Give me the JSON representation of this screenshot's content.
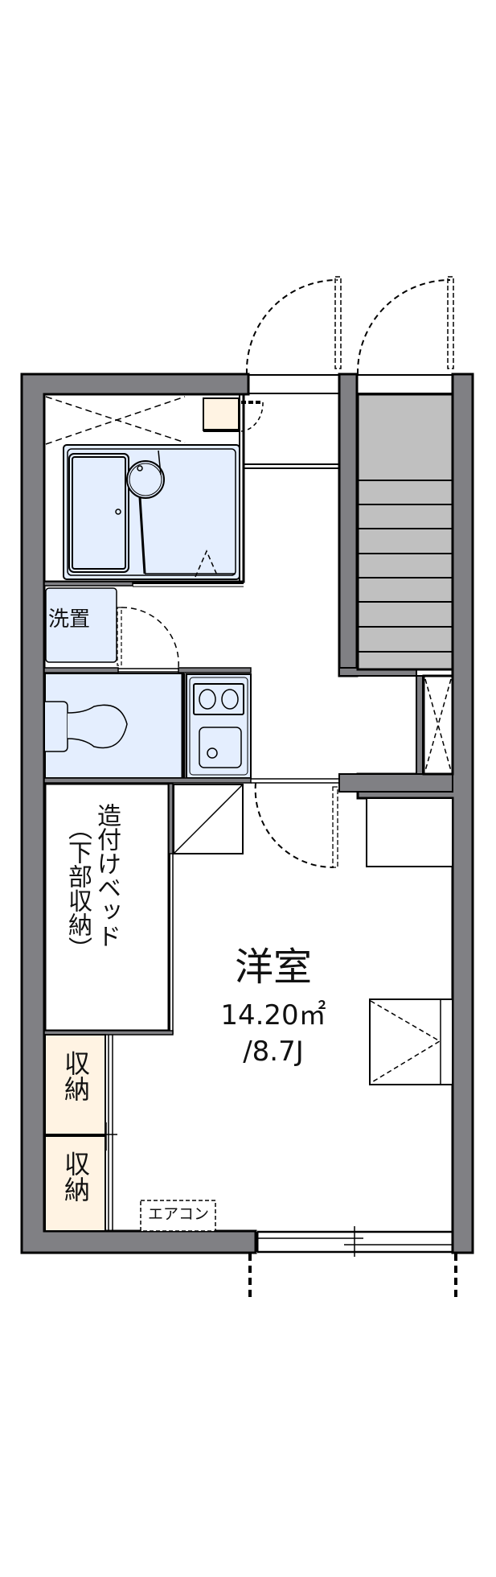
{
  "plan": {
    "colors": {
      "wall": "#808084",
      "stairs": "#c0c0c0",
      "wet_area": "#e4eefe",
      "storage": "#fff3e3",
      "line": "#000000",
      "background": "#ffffff"
    },
    "rooms": {
      "western_room": {
        "name": "洋室",
        "area": "14.20㎡",
        "size_jo": "/8.7J"
      },
      "washer_space": {
        "label": "洗置"
      },
      "built_in_bed": {
        "label_main": "造付けベッド",
        "label_sub": "（下部収納）"
      },
      "storage_1": {
        "label": "収納"
      },
      "storage_2": {
        "label": "収納"
      },
      "air_conditioner": {
        "label": "エアコン"
      }
    }
  }
}
